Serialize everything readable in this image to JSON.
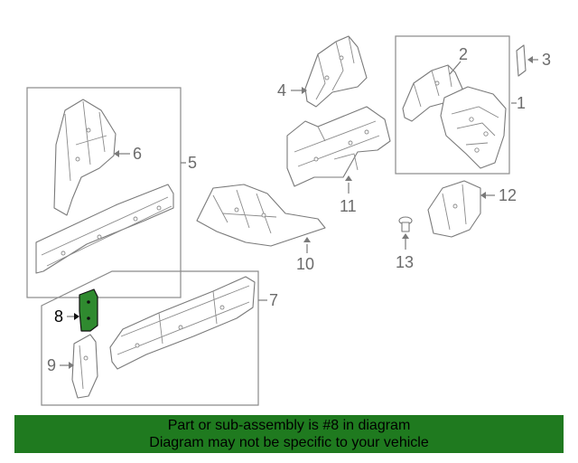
{
  "diagram": {
    "callouts": {
      "c1": "1",
      "c2": "2",
      "c3": "3",
      "c4": "4",
      "c5": "5",
      "c6": "6",
      "c7": "7",
      "c8": "8",
      "c9": "9",
      "c10": "10",
      "c11": "11",
      "c12": "12",
      "c13": "13"
    },
    "highlight_part": "8",
    "highlight_color": "#1f7a1f"
  },
  "footer": {
    "line1": "Part or sub-assembly is #8 in diagram",
    "line2": "Diagram may not be specific to your vehicle",
    "background": "#1f7a1f"
  }
}
